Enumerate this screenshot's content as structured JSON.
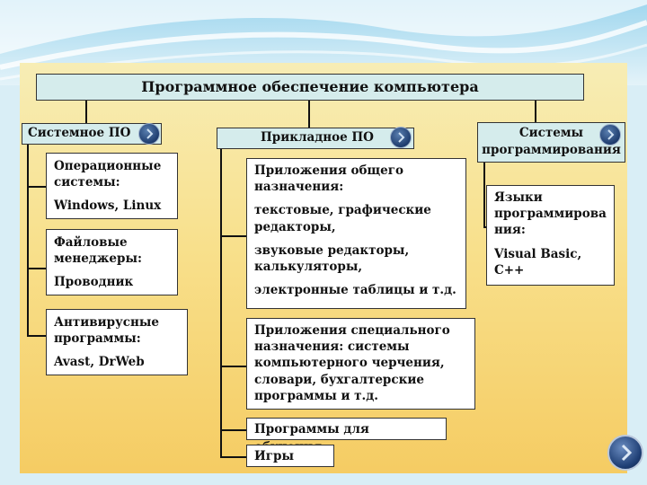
{
  "title": "Программное обеспечение компьютера",
  "categories": {
    "system": {
      "title": "Системное ПО",
      "items": [
        {
          "lines": [
            "Операционные",
            "системы:"
          ],
          "example": "Windows, Linux"
        },
        {
          "lines": [
            "Файловые",
            "менеджеры:"
          ],
          "example": "Проводник"
        },
        {
          "lines": [
            "Антивирусные",
            "программы:"
          ],
          "example": "Avast, DrWeb"
        }
      ]
    },
    "applied": {
      "title": "Прикладное ПО",
      "general": {
        "heading": [
          "Приложения общего",
          "назначения:"
        ],
        "examples": [
          [
            "текстовые, графические",
            "редакторы,"
          ],
          [
            "звуковые редакторы,",
            "калькуляторы,"
          ],
          [
            "электронные таблицы и т.д."
          ]
        ]
      },
      "special": [
        "Приложения специального",
        "назначения: системы",
        "компьютерного черчения,",
        "словари, бухгалтерские",
        "программы и т.д."
      ],
      "education": "Программы для обучения",
      "games": "Игры"
    },
    "programming": {
      "title_lines": [
        "Системы",
        "программирования"
      ],
      "languages": [
        "Языки",
        "программирова",
        "ния:"
      ],
      "examples": [
        "Visual Basic,",
        "C++"
      ]
    }
  },
  "colors": {
    "header_fill": "#d5ecec",
    "panel_top": "#f7edb5",
    "panel_bottom": "#f5cc63",
    "nav_button": "#1e3c6e"
  },
  "icons": {
    "nav": "chevron-right-icon"
  }
}
